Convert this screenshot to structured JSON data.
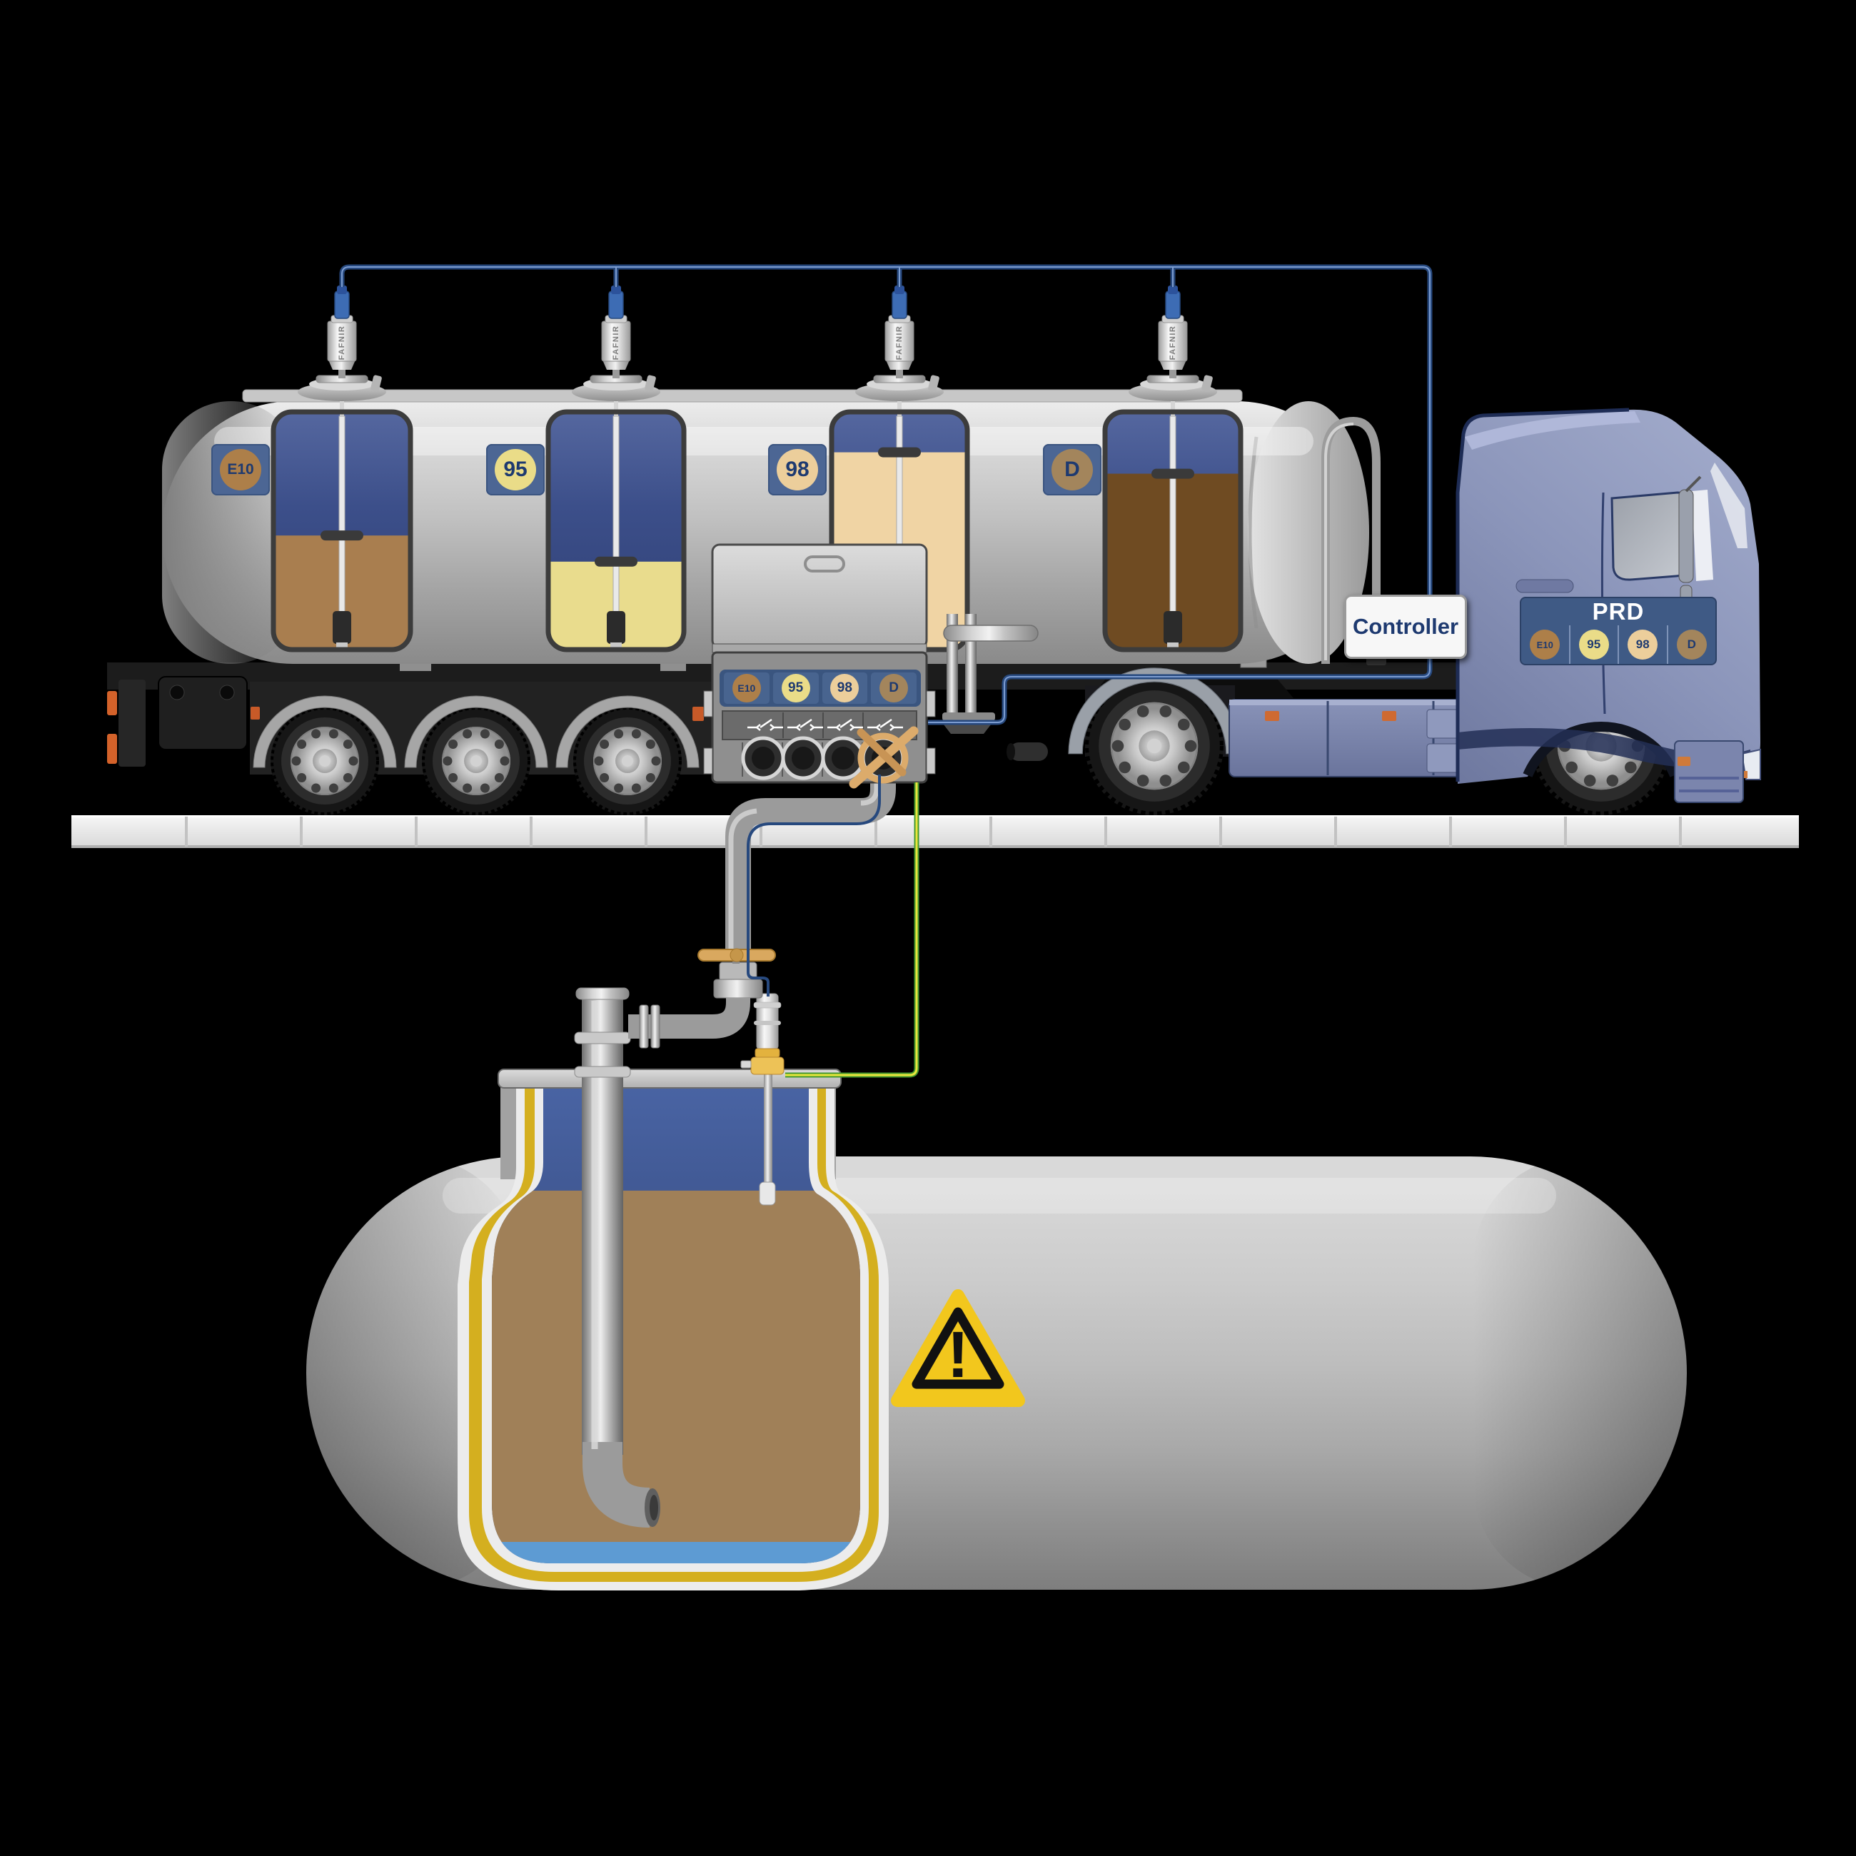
{
  "products": [
    {
      "id": "E10",
      "label": "E10",
      "badge_color": "#ad7f49",
      "fuel_color": "#a97e4f",
      "fill_pct": 48
    },
    {
      "id": "95",
      "label": "95",
      "badge_color": "#eadc88",
      "fuel_color": "#e9dc8d",
      "fill_pct": 37
    },
    {
      "id": "98",
      "label": "98",
      "badge_color": "#ecce9b",
      "fuel_color": "#f0d4a4",
      "fill_pct": 83
    },
    {
      "id": "D",
      "label": "D",
      "badge_color": "#a3855c",
      "fuel_color": "#6f4b22",
      "fill_pct": 74
    }
  ],
  "truck": {
    "controller_label": "Controller",
    "cab_panel_title": "PRD",
    "sensor_brand": "FAFNIR"
  },
  "underground_tank": {
    "fuel_color": "#a08058",
    "water_color": "#5d9bd3",
    "fuel_fill_pct": 76,
    "warning_symbol": "!"
  },
  "colors": {
    "cable_blue": "#27497e",
    "ground_wire_green": "#43972f",
    "ground_wire_yellow": "#e8e63c",
    "warning_yellow": "#f2c71d",
    "panel_navy": "#3f5a85",
    "lining_yellow": "#d4af1f",
    "cab_blue": "#8089b0"
  }
}
